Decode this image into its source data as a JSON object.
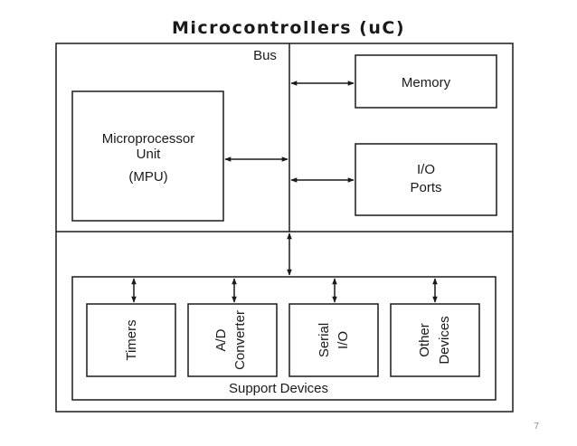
{
  "slide": {
    "title": "Microcontrollers (uC)",
    "page_number": "7"
  },
  "diagram": {
    "bus_label": "Bus",
    "memory_label": "Memory",
    "io_ports_label": [
      "I/O",
      "Ports"
    ],
    "mpu_label": [
      "Microprocessor",
      "Unit",
      "(MPU)"
    ],
    "support_devices_label": "Support Devices",
    "devices": [
      [
        "Timers"
      ],
      [
        "A/D",
        "Converter"
      ],
      [
        "Serial",
        "I/O"
      ],
      [
        "Other",
        "Devices"
      ]
    ]
  }
}
